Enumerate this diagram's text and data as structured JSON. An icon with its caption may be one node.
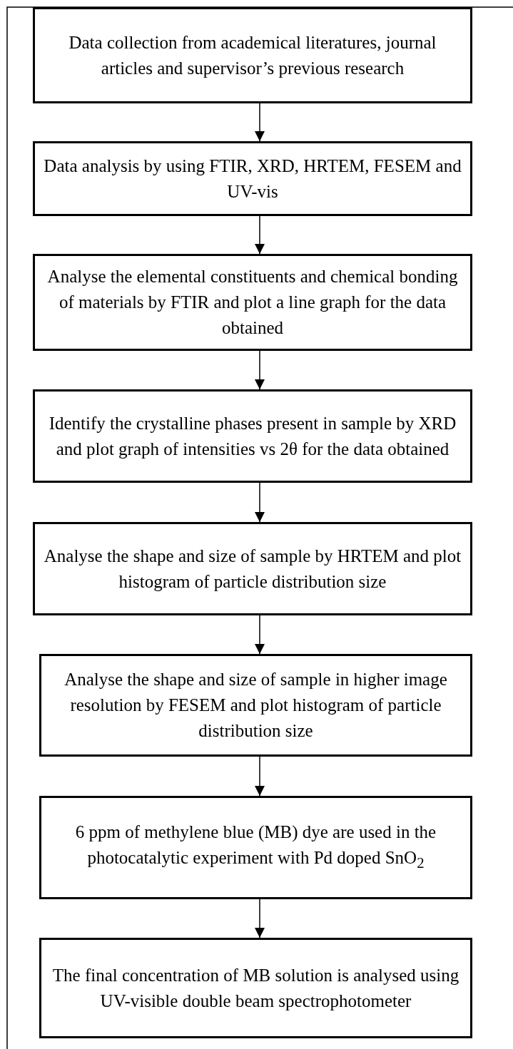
{
  "diagram": {
    "nodes": [
      {
        "text": [
          "Data collection from academical literatures, journal articles and supervisor’s previous research"
        ]
      },
      {
        "text": [
          "Data analysis by using FTIR, XRD, HRTEM, FESEM and UV-vis"
        ]
      },
      {
        "text": [
          "Analyse the elemental constituents and chemical bonding of materials by FTIR and plot a line graph for the data obtained"
        ]
      },
      {
        "text": [
          "Identify the crystalline phases present in sample by XRD and plot graph of intensities vs 2θ for the data obtained"
        ]
      },
      {
        "text": [
          "Analyse the shape and size of sample by HRTEM and plot histogram of particle distribution size"
        ]
      },
      {
        "text": [
          "Analyse the shape and size of sample in higher image resolution by FESEM and plot histogram of particle distribution size"
        ]
      },
      {
        "text": [
          "6 ppm of methylene blue (MB) dye are used in the photocatalytic experiment with Pd doped SnO$_{2}$"
        ]
      },
      {
        "text": [
          "The final concentration of MB solution is analysed using UV-visible double beam spectrophotometer"
        ]
      }
    ],
    "edges": [
      {
        "from": 0,
        "to": 1,
        "arrow": "to"
      },
      {
        "from": 1,
        "to": 2,
        "arrow": "to"
      },
      {
        "from": 2,
        "to": 3,
        "arrow": "to"
      },
      {
        "from": 3,
        "to": 4,
        "arrow": "to"
      },
      {
        "from": 4,
        "to": 5,
        "arrow": "to"
      },
      {
        "from": 5,
        "to": 6,
        "arrow": "to"
      },
      {
        "from": 6,
        "to": 7,
        "arrow": "to"
      }
    ]
  }
}
